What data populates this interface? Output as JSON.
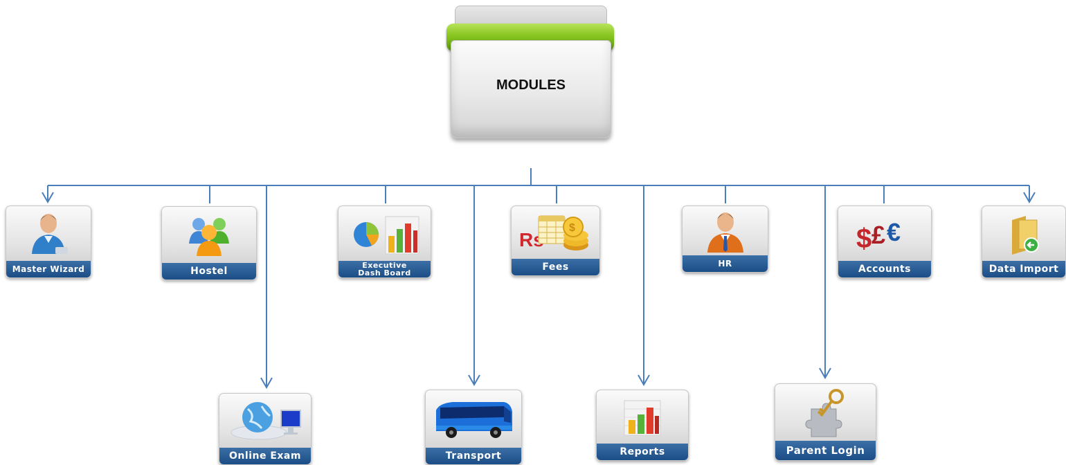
{
  "root": {
    "label": "MODULES"
  },
  "modules": {
    "master_wizard": {
      "label": "Master Wizard",
      "icon": "user-icon"
    },
    "hostel": {
      "label": "Hostel",
      "icon": "group-icon"
    },
    "executive_dashboard": {
      "label": "Executive Dash Board",
      "icon": "pie-chart-icon"
    },
    "fees": {
      "label": "Fees",
      "icon": "rupee-coins-icon",
      "currency_text": "Rs"
    },
    "hr": {
      "label": "HR",
      "icon": "businessman-icon"
    },
    "accounts": {
      "label": "Accounts",
      "icon": "currency-icon"
    },
    "data_import": {
      "label": "Data Import",
      "icon": "folder-import-icon"
    },
    "online_exam": {
      "label": "Online Exam",
      "icon": "globe-computer-icon"
    },
    "transport": {
      "label": "Transport",
      "icon": "bus-icon"
    },
    "reports": {
      "label": "Reports",
      "icon": "bar-chart-icon"
    },
    "parent_login": {
      "label": "Parent Login",
      "icon": "key-puzzle-icon"
    }
  },
  "colors": {
    "connector": "#4a7ebb",
    "tile_bar": "#1f4f8a",
    "folder_green": "#7bb91c"
  }
}
